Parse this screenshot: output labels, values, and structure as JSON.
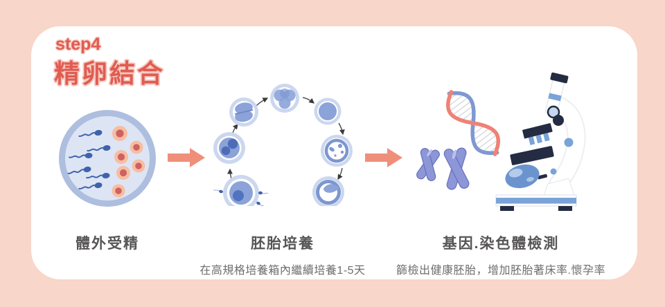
{
  "page": {
    "background_color": "#f8d6c9",
    "card_color": "#ffffff"
  },
  "header": {
    "step_label": "step4",
    "title": "精卵結合",
    "accent_color": "#e05c52"
  },
  "steps": [
    {
      "label": "體外受精",
      "description": "",
      "illustration": "petri-dish-with-sperm-and-eggs",
      "details": {
        "sperm_count": 6,
        "egg_count": 6
      }
    },
    {
      "label": "胚胎培養",
      "description": "在高規格培養箱內繼續培養1-5天",
      "illustration": "embryo-development-cycle",
      "details": {
        "cycle_stage_count": 7
      }
    },
    {
      "label": "基因.染色體檢測",
      "description": "篩檢出健康胚胎，增加胚胎著床率.懷孕率",
      "illustration": "dna-chromosomes-and-microscope",
      "details": {
        "chromosome_count": 2
      }
    }
  ],
  "arrow": {
    "color": "#ef8f7a",
    "count": 2
  },
  "palette": {
    "dish_ring": "#adbede",
    "dish_fill": "#dde5f4",
    "sperm_blue": "#3f62ad",
    "egg_outer": "#f7bda2",
    "egg_inner": "#ce6260",
    "embryo_scallop": "#ccd7ef",
    "embryo_cell": "#8ba3d8",
    "embryo_nucleus": "#4e6cb8",
    "blastocyst_ring": "#7b97d0",
    "dna_strand_blue": "#7e98d2",
    "dna_strand_coral": "#ee8276",
    "dna_rung_gray": "#d9dbe0",
    "chromosome_fill": "#8d96d6",
    "chromosome_stroke": "#666fc0",
    "microscope_navy": "#232c42",
    "microscope_blue": "#7aa3d8",
    "heading_text": "#575555",
    "description_text": "#6f6d6d"
  }
}
